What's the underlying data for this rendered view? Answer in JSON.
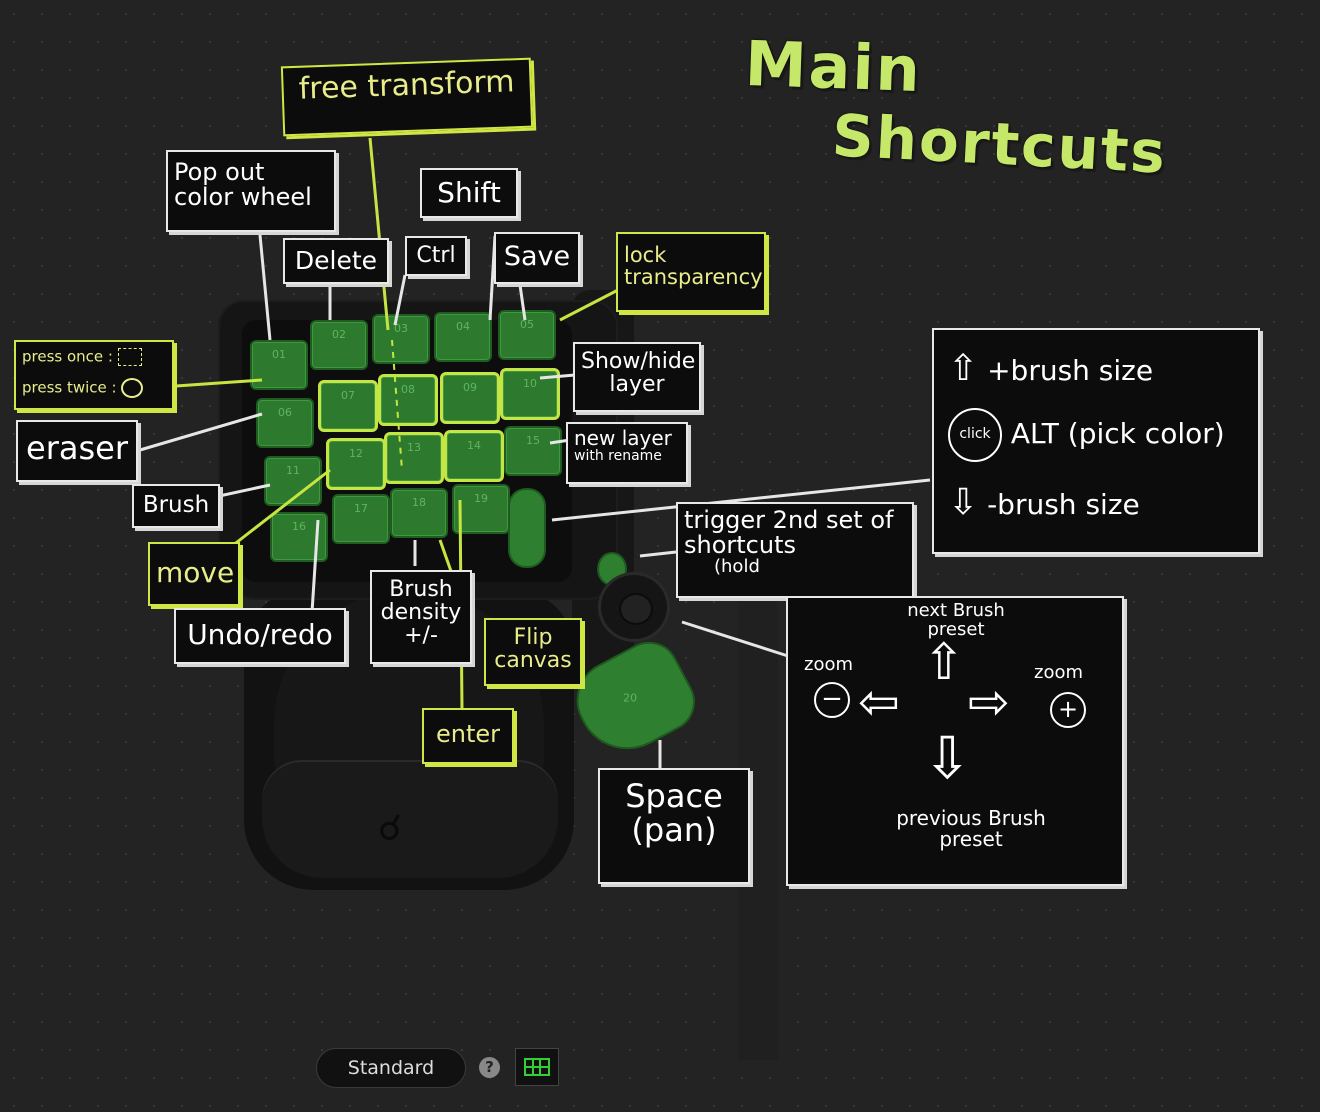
{
  "title": {
    "line1": "Main",
    "line2": "Shortcuts"
  },
  "keys": [
    "01",
    "02",
    "03",
    "04",
    "05",
    "06",
    "07",
    "08",
    "09",
    "10",
    "11",
    "12",
    "13",
    "14",
    "15",
    "16",
    "17",
    "18",
    "19",
    "20"
  ],
  "labels": {
    "free_transform": "free transform",
    "pop_out": "Pop out color wheel",
    "shift": "Shift",
    "delete": "Delete",
    "ctrl": "Ctrl",
    "save": "Save",
    "lock_transparency": "lock transparency",
    "press_once": "press once :",
    "press_twice": "press twice :",
    "show_hide": "Show/hide layer",
    "eraser": "eraser",
    "new_layer": "new layer",
    "with_rename": "with rename",
    "brush": "Brush",
    "move": "move",
    "trigger": "trigger 2nd set of shortcuts",
    "hold": "(hold",
    "undo_redo": "Undo/redo",
    "brush_density": "Brush density +/-",
    "flip_canvas": "Flip canvas",
    "enter": "enter",
    "space": "Space (pan)"
  },
  "scroll_legend": {
    "up": "+brush size",
    "click_icon": "click",
    "click": "ALT (pick color)",
    "down": "-brush size"
  },
  "dpad_legend": {
    "up": "next Brush preset",
    "left": "zoom",
    "right": "zoom",
    "down": "previous Brush preset"
  },
  "controls": {
    "mode": "Standard",
    "help": "?"
  },
  "colors": {
    "accent": "#c6e86a",
    "key_green": "#2d7a2e"
  }
}
